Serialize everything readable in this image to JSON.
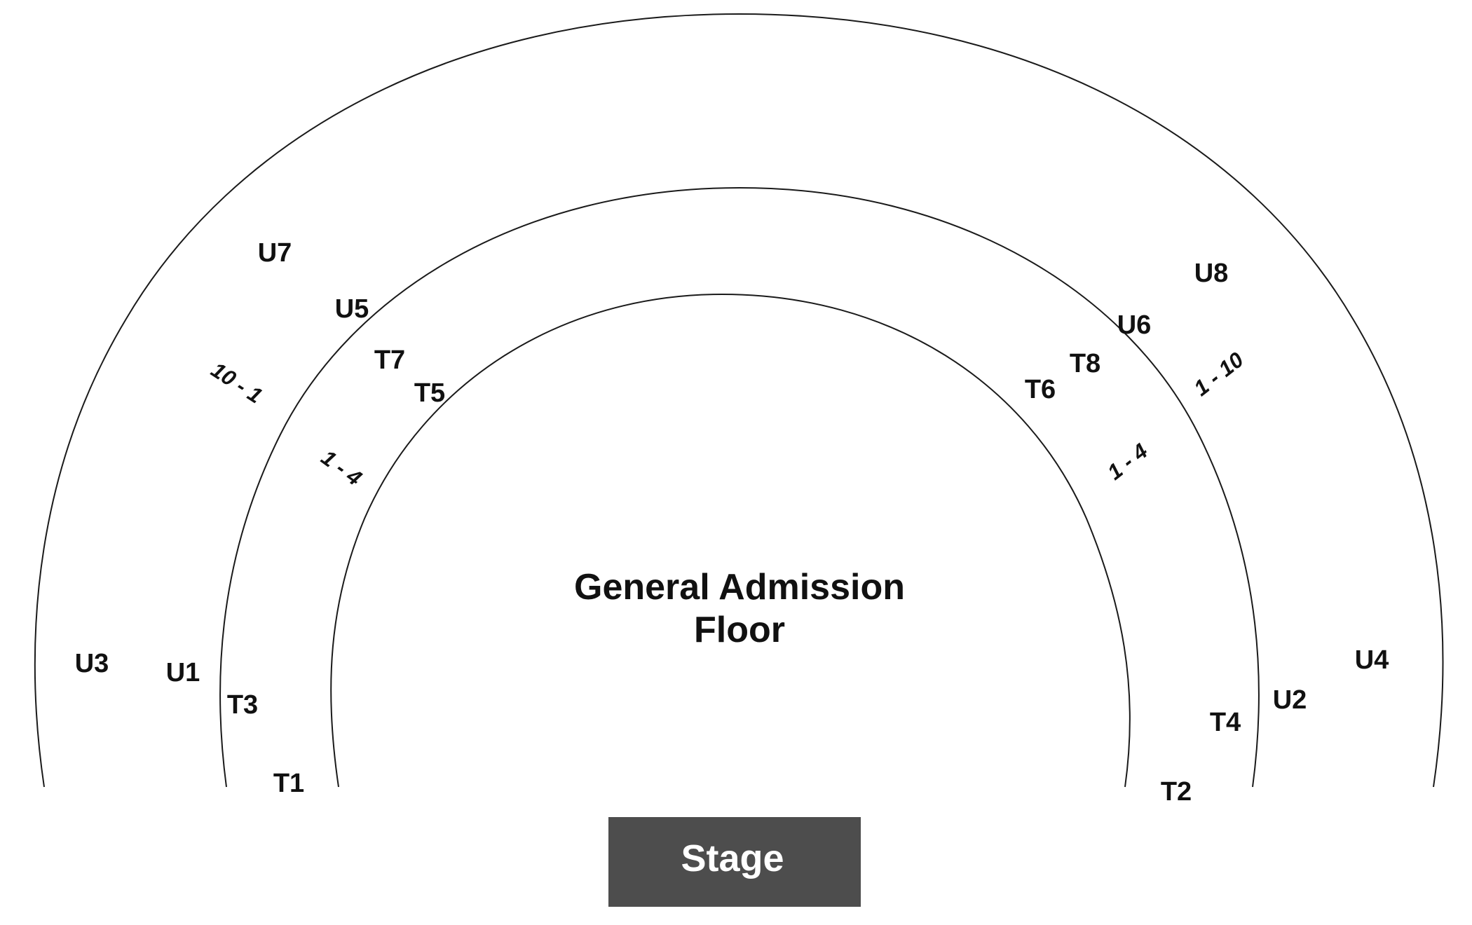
{
  "map": {
    "floor": {
      "line1": "General Admission",
      "line2": "Floor"
    },
    "stage": {
      "label": "Stage",
      "color": "#4d4d4d"
    },
    "sections": {
      "u7": "U7",
      "u5": "U5",
      "t7": "T7",
      "t5": "T5",
      "u8": "U8",
      "u6": "U6",
      "t8": "T8",
      "t6": "T6",
      "u3": "U3",
      "u1": "U1",
      "t3": "T3",
      "t1": "T1",
      "u4": "U4",
      "u2": "U2",
      "t4": "T4",
      "t2": "T2"
    },
    "rows": {
      "upper_left": "10 - 1",
      "lower_left": "1 - 4",
      "lower_right": "1 - 4",
      "upper_right": "1 - 10"
    }
  }
}
